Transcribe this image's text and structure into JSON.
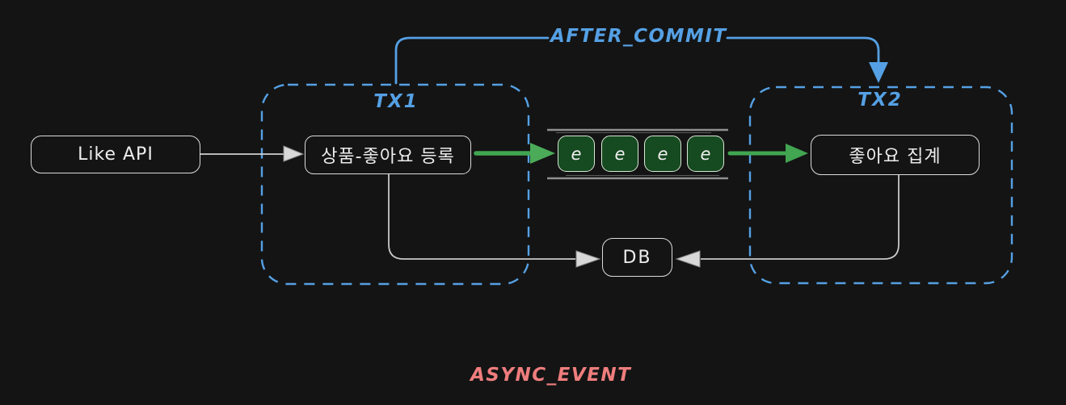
{
  "diagram": {
    "kind": "event-driven transaction flow (hand-drawn style)",
    "background": "#141414"
  },
  "colors": {
    "background": "#141414",
    "node_stroke": "#dcdcdc",
    "text": "#ededed",
    "blue_accent": "#55a0e4",
    "green_arrow": "#41a551",
    "event_fill": "#164a20",
    "event_border": "#d9e7d7",
    "queue_rail_gray": "#8f8f8f",
    "red_accent": "#ee7d7d"
  },
  "nodes": {
    "like_api": {
      "label": "Like API"
    },
    "register_like": {
      "label": "상품-좋아요 등록"
    },
    "aggregate_likes": {
      "label": "좋아요 집계"
    },
    "db": {
      "label": "DB"
    }
  },
  "transactions": {
    "tx1": {
      "label": "TX1"
    },
    "tx2": {
      "label": "TX2"
    }
  },
  "queue": {
    "events": [
      "e",
      "e",
      "e",
      "e"
    ]
  },
  "annotations": {
    "after_commit": {
      "label": "AFTER_COMMIT"
    },
    "async_event": {
      "label": "ASYNC_EVENT"
    }
  }
}
